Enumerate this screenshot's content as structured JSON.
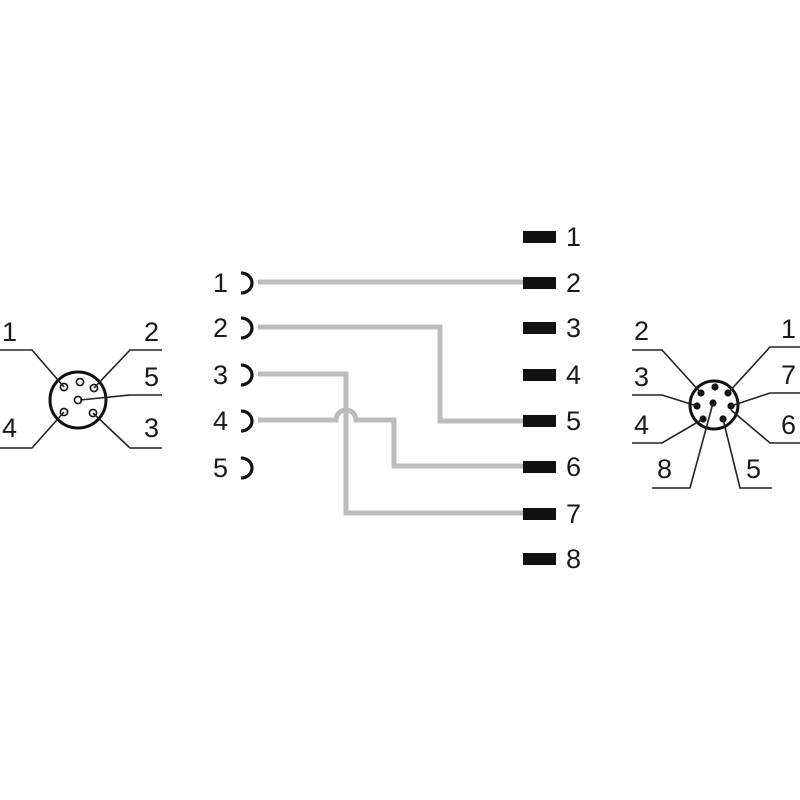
{
  "diagram": {
    "left_connector": {
      "pin_labels": [
        "1",
        "2",
        "5",
        "4",
        "3"
      ]
    },
    "female_pins": [
      "1",
      "2",
      "3",
      "4",
      "5"
    ],
    "male_pins": [
      "1",
      "2",
      "3",
      "4",
      "5",
      "6",
      "7",
      "8"
    ],
    "right_connector": {
      "pin_labels": [
        "2",
        "1",
        "3",
        "7",
        "4",
        "6",
        "8",
        "5"
      ]
    },
    "connections": [
      {
        "from": "1",
        "to": "2"
      },
      {
        "from": "2",
        "to": "5"
      },
      {
        "from": "3",
        "to": "7"
      },
      {
        "from": "4",
        "to": "6"
      }
    ],
    "colors": {
      "wire": "#bcbcbc",
      "ink": "#111111"
    }
  }
}
